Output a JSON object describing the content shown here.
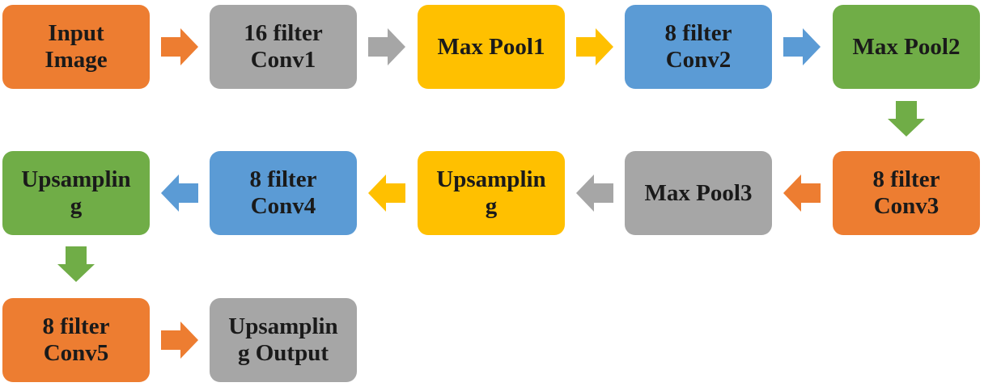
{
  "diagram": {
    "background": "#ffffff",
    "text_color": "#1a1a1a",
    "colors": {
      "orange": "#ED7D31",
      "gray": "#A6A6A6",
      "yellow": "#FFC000",
      "blue": "#5B9BD5",
      "green": "#70AD47"
    },
    "nodes": [
      {
        "id": "input-image",
        "label": "Input\nImage",
        "color": "orange",
        "row": 1,
        "col": 1
      },
      {
        "id": "conv1",
        "label": "16 filter\nConv1",
        "color": "gray",
        "row": 1,
        "col": 2
      },
      {
        "id": "maxpool1",
        "label": "Max Pool1",
        "color": "yellow",
        "row": 1,
        "col": 3
      },
      {
        "id": "conv2",
        "label": "8 filter\nConv2",
        "color": "blue",
        "row": 1,
        "col": 4
      },
      {
        "id": "maxpool2",
        "label": "Max Pool2",
        "color": "green",
        "row": 1,
        "col": 5
      },
      {
        "id": "conv3",
        "label": "8 filter\nConv3",
        "color": "orange",
        "row": 2,
        "col": 5
      },
      {
        "id": "maxpool3",
        "label": "Max Pool3",
        "color": "gray",
        "row": 2,
        "col": 4
      },
      {
        "id": "upsampling-1",
        "label": "Upsamplin\ng",
        "color": "yellow",
        "row": 2,
        "col": 3
      },
      {
        "id": "conv4",
        "label": "8 filter\nConv4",
        "color": "blue",
        "row": 2,
        "col": 2
      },
      {
        "id": "upsampling-2",
        "label": "Upsamplin\ng",
        "color": "green",
        "row": 2,
        "col": 1
      },
      {
        "id": "conv5",
        "label": "8 filter\nConv5",
        "color": "orange",
        "row": 3,
        "col": 1
      },
      {
        "id": "upsampling-output",
        "label": "Upsamplin\ng Output",
        "color": "gray",
        "row": 3,
        "col": 2
      }
    ],
    "arrows": [
      {
        "from": "input-image",
        "to": "conv1",
        "direction": "right",
        "color": "orange"
      },
      {
        "from": "conv1",
        "to": "maxpool1",
        "direction": "right",
        "color": "gray"
      },
      {
        "from": "maxpool1",
        "to": "conv2",
        "direction": "right",
        "color": "yellow"
      },
      {
        "from": "conv2",
        "to": "maxpool2",
        "direction": "right",
        "color": "blue"
      },
      {
        "from": "maxpool2",
        "to": "conv3",
        "direction": "down",
        "color": "green"
      },
      {
        "from": "conv3",
        "to": "maxpool3",
        "direction": "left",
        "color": "orange"
      },
      {
        "from": "maxpool3",
        "to": "upsampling-1",
        "direction": "left",
        "color": "gray"
      },
      {
        "from": "upsampling-1",
        "to": "conv4",
        "direction": "left",
        "color": "yellow"
      },
      {
        "from": "conv4",
        "to": "upsampling-2",
        "direction": "left",
        "color": "blue"
      },
      {
        "from": "upsampling-2",
        "to": "conv5",
        "direction": "down",
        "color": "green"
      },
      {
        "from": "conv5",
        "to": "upsampling-output",
        "direction": "right",
        "color": "orange"
      }
    ]
  }
}
